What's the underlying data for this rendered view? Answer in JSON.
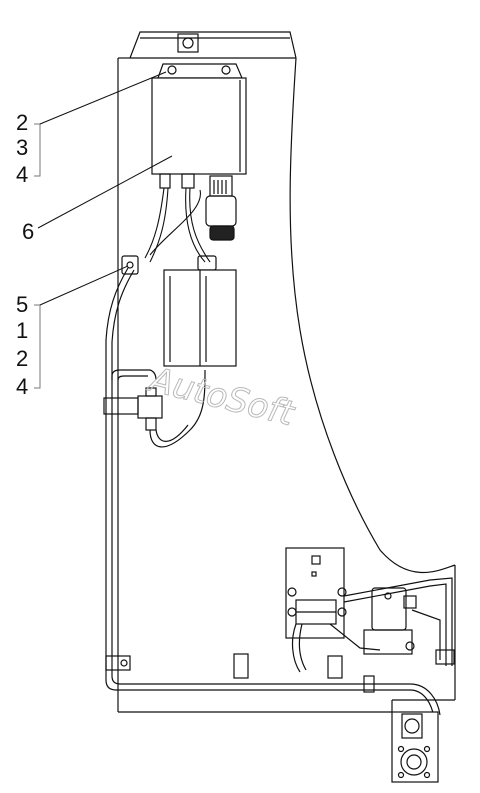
{
  "callouts": {
    "group_top": [
      "2",
      "3",
      "4"
    ],
    "single": "6",
    "group_bottom": [
      "5",
      "1",
      "2",
      "4"
    ]
  },
  "watermark": "AutoSoft"
}
